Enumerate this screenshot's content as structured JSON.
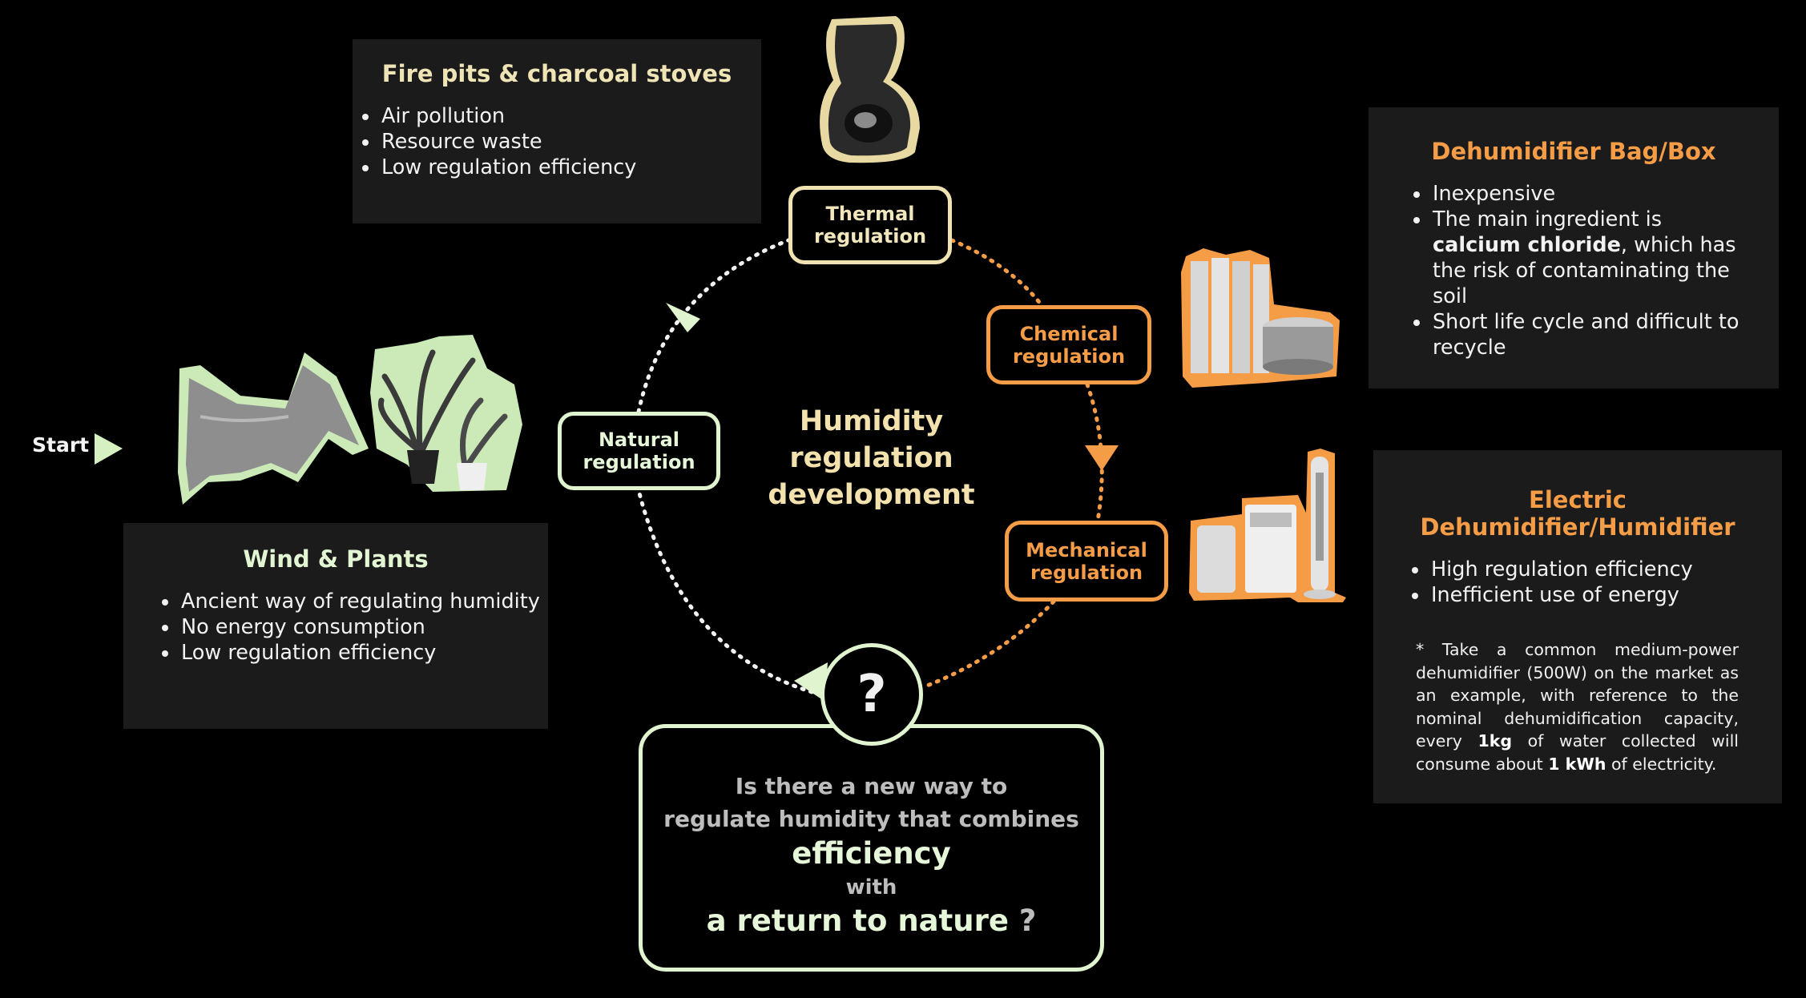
{
  "start": {
    "label": "Start"
  },
  "center": {
    "title": "Humidity\nregulation\ndevelopment"
  },
  "nodes": {
    "thermal": "Thermal\nregulation",
    "chemical": "Chemical\nregulation",
    "mechanical": "Mechanical\nregulation",
    "natural": "Natural\nregulation"
  },
  "panels": {
    "fire": {
      "title": "Fire pits & charcoal stoves",
      "items": [
        "Air pollution",
        "Resource waste",
        "Low regulation efficiency"
      ]
    },
    "wind": {
      "title": "Wind & Plants",
      "items": [
        "Ancient way of regulating humidity",
        "No energy consumption",
        "Low regulation efficiency"
      ]
    },
    "bag": {
      "title": "Dehumidifier Bag/Box",
      "item1": "Inexpensive",
      "item2_pre": "The main ingredient is ",
      "item2_bold": "calcium chloride",
      "item2_post": ", which has the risk of contaminating the soil",
      "item3": "Short life cycle and difficult to recycle"
    },
    "electric": {
      "title": "Electric Dehumidifier/Humidifier",
      "items": [
        "High regulation efficiency",
        "Inefficient use of energy"
      ],
      "note_pre": "* Take a common medium-power dehumidifier (500W) on the market as an example, with reference to the nominal dehumidification capacity, every ",
      "note_bold1": "1kg",
      "note_mid": " of water collected will consume about ",
      "note_bold2": "1 kWh",
      "note_post": " of electricity."
    }
  },
  "question": {
    "mark": "?",
    "line1": "Is there a new way to",
    "line2": "regulate humidity that combines",
    "big1": "efficiency",
    "small": "with",
    "big2": "a return to nature",
    "qmark": "?"
  },
  "colors": {
    "cream": "#f0e2b2",
    "orange": "#f59c47",
    "mint": "#e0f4cf",
    "panel": "#1b1b1b"
  }
}
